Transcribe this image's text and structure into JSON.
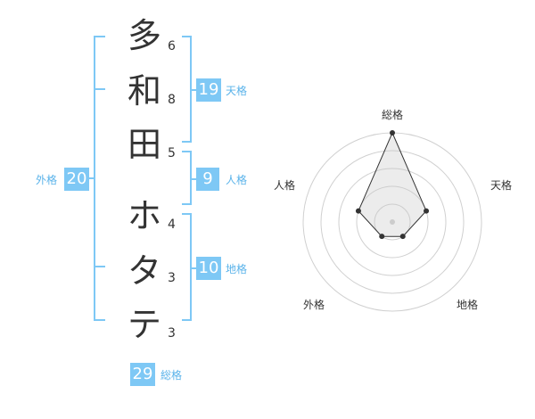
{
  "name": {
    "characters": [
      {
        "char": "多",
        "strokes": "6"
      },
      {
        "char": "和",
        "strokes": "8"
      },
      {
        "char": "田",
        "strokes": "5"
      },
      {
        "char": "ホ",
        "strokes": "4"
      },
      {
        "char": "タ",
        "strokes": "3"
      },
      {
        "char": "テ",
        "strokes": "3"
      }
    ]
  },
  "fortune": {
    "tenkaku": {
      "value": "19",
      "label": "天格"
    },
    "jinkaku": {
      "value": "9",
      "label": "人格"
    },
    "chikaku": {
      "value": "10",
      "label": "地格"
    },
    "gaikaku": {
      "value": "20",
      "label": "外格"
    },
    "soukaku": {
      "value": "29",
      "label": "総格"
    }
  },
  "colors": {
    "accent": "#7ec8f5",
    "bracket": "#7ec8f5",
    "text": "#333333"
  },
  "chart_data": {
    "type": "radar",
    "axes": [
      "総格",
      "天格",
      "地格",
      "外格",
      "人格"
    ],
    "values": [
      5,
      2,
      1,
      1,
      2
    ],
    "rmax": 5,
    "rings": 5,
    "grid": true
  }
}
